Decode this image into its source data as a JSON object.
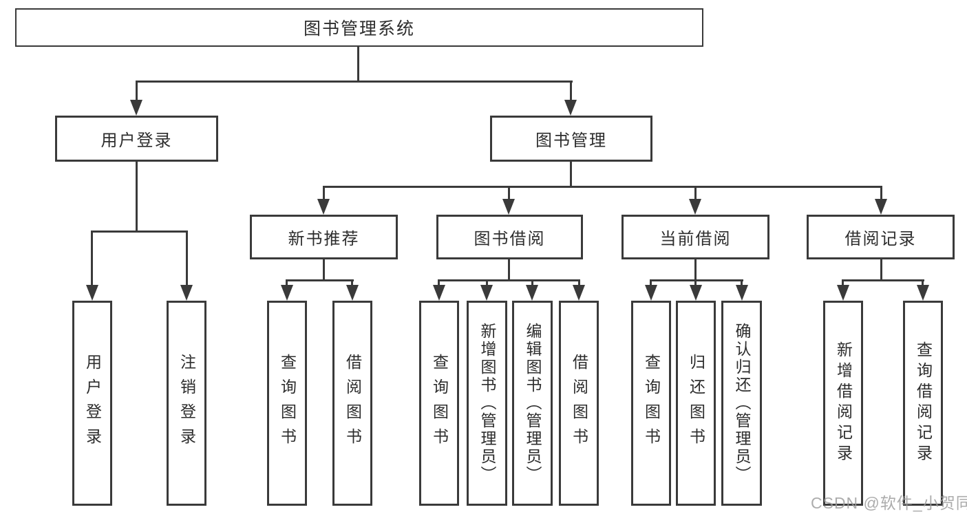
{
  "diagram": {
    "title": "图书管理系统",
    "nodes": {
      "root": "图书管理系统",
      "user_login": "用户登录",
      "book_mgmt": "图书管理",
      "new_book_rec": "新书推荐",
      "book_borrow": "图书借阅",
      "current_borrow": "当前借阅",
      "borrow_record": "借阅记录",
      "leaf_user_login": "用户登录",
      "leaf_logout": "注销登录",
      "leaf_rec_query": "查询图书",
      "leaf_rec_borrow": "借阅图书",
      "leaf_bb_query": "查询图书",
      "leaf_bb_add": "新增图书（管理员）",
      "leaf_bb_edit": "编辑图书（管理员）",
      "leaf_bb_borrow": "借阅图书",
      "leaf_cb_query": "查询图书",
      "leaf_cb_return": "归还图书",
      "leaf_cb_confirm": "确认归还（管理员）",
      "leaf_br_add": "新增借阅记录",
      "leaf_br_query": "查询借阅记录"
    },
    "watermark": "CSDN @软件_小贺同学",
    "colors": {
      "line": "#3a3a3a",
      "box_border": "#3a3a3a",
      "text": "#2d2d2d",
      "watermark": "#9e9e9e",
      "background": "#ffffff"
    }
  }
}
